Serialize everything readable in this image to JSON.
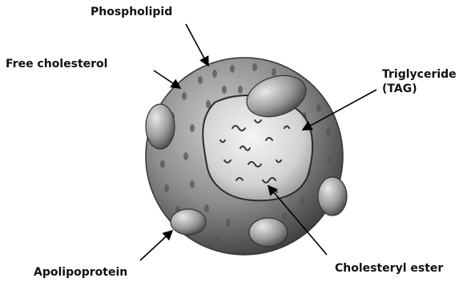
{
  "labels": {
    "phospholipid": "Phospholipid",
    "free_cholesterol": "Free cholesterol",
    "triglyceride": "Triglyceride",
    "tag": "(TAG)",
    "apolipoprotein": "Apolipoprotein",
    "cholesteryl_ester": "Cholesteryl ester"
  },
  "colors": {
    "shell": "#7d7d7d",
    "core": "#e6e6e6",
    "protein": "#9a9a9a",
    "arrow": "#000000"
  }
}
